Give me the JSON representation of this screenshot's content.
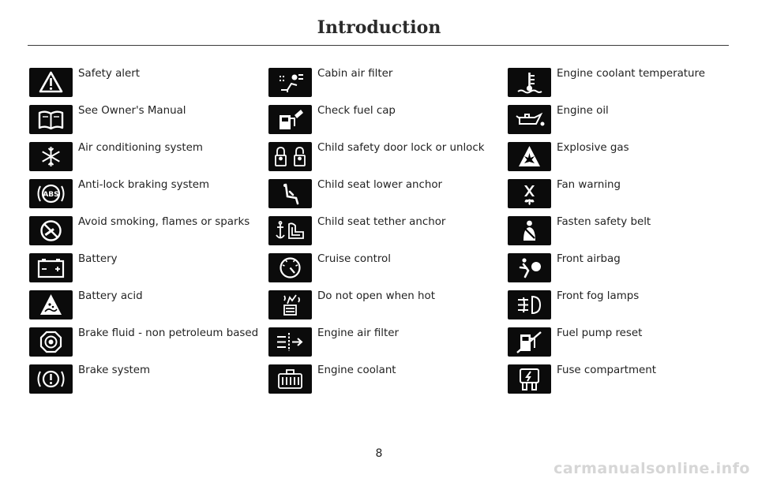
{
  "page_title": "Introduction",
  "page_number": "8",
  "watermark": "carmanualsonline.info",
  "columns": [
    {
      "items": [
        {
          "label": "Safety alert",
          "icon": "warning-triangle-icon"
        },
        {
          "label": "See Owner's Manual",
          "icon": "open-book-icon"
        },
        {
          "label": "Air conditioning system",
          "icon": "snowflake-icon"
        },
        {
          "label": "Anti-lock braking system",
          "icon": "abs-icon"
        },
        {
          "label": "Avoid smoking, flames or sparks",
          "icon": "no-smoking-icon"
        },
        {
          "label": "Battery",
          "icon": "battery-icon"
        },
        {
          "label": "Battery acid",
          "icon": "battery-acid-icon"
        },
        {
          "label": "Brake fluid - non petroleum based",
          "icon": "brake-fluid-icon"
        },
        {
          "label": "Brake system",
          "icon": "brake-system-icon"
        }
      ]
    },
    {
      "items": [
        {
          "label": "Cabin air filter",
          "icon": "cabin-air-filter-icon"
        },
        {
          "label": "Check fuel cap",
          "icon": "fuel-cap-icon"
        },
        {
          "label": "Child safety door lock or unlock",
          "icon": "child-lock-icon"
        },
        {
          "label": "Child seat lower anchor",
          "icon": "child-seat-anchor-icon"
        },
        {
          "label": "Child seat tether anchor",
          "icon": "tether-anchor-icon"
        },
        {
          "label": "Cruise control",
          "icon": "speedometer-icon"
        },
        {
          "label": "Do not open when hot",
          "icon": "hot-cap-icon"
        },
        {
          "label": "Engine air filter",
          "icon": "engine-air-filter-icon"
        },
        {
          "label": "Engine coolant",
          "icon": "coolant-reservoir-icon"
        }
      ]
    },
    {
      "items": [
        {
          "label": "Engine coolant temperature",
          "icon": "thermometer-icon"
        },
        {
          "label": "Engine oil",
          "icon": "oil-can-icon"
        },
        {
          "label": "Explosive gas",
          "icon": "explosive-gas-icon"
        },
        {
          "label": "Fan warning",
          "icon": "fan-warning-icon"
        },
        {
          "label": "Fasten safety belt",
          "icon": "seatbelt-icon"
        },
        {
          "label": "Front airbag",
          "icon": "airbag-icon"
        },
        {
          "label": "Front fog lamps",
          "icon": "fog-lamp-icon"
        },
        {
          "label": "Fuel pump reset",
          "icon": "fuel-pump-reset-icon"
        },
        {
          "label": "Fuse compartment",
          "icon": "fuse-icon"
        }
      ]
    }
  ]
}
